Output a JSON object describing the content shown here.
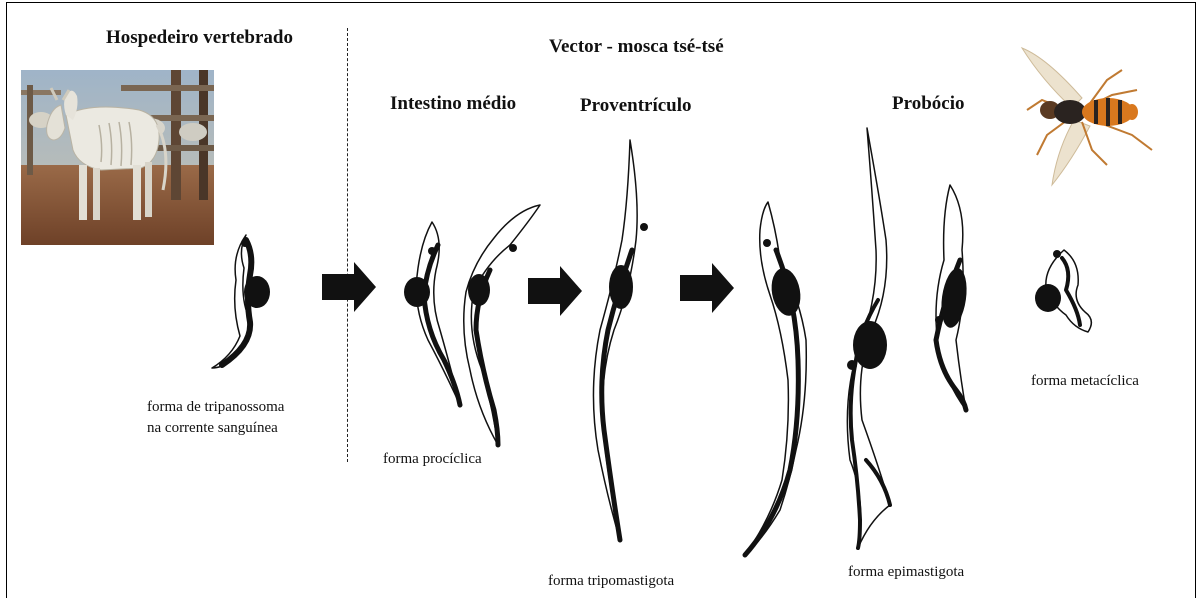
{
  "headings": {
    "host": "Hospedeiro vertebrado",
    "vector": "Vector - mosca tsé-tsé",
    "midgut": "Intestino médio",
    "proventriculus": "Proventrículo",
    "proboscis": "Probócio"
  },
  "captions": {
    "bloodstream_line1": "forma de tripanossoma",
    "bloodstream_line2": "na corrente sanguínea",
    "procyclic": "forma procíclica",
    "trypomastigote": "forma tripomastigota",
    "epimastigote": "forma epimastigota",
    "metacyclic": "forma metacíclica"
  },
  "colors": {
    "ink": "#111111",
    "background": "#ffffff",
    "pasture": "#8b5a3c",
    "cow": "#e8e6de",
    "fly_body": "#2a2320",
    "fly_abdomen": "#d9781e",
    "fly_wing": "#e9dcc7"
  },
  "images": {
    "host_photo": "emaciated-white-cow-photo",
    "vector_photo": "tsetse-fly-photo"
  }
}
